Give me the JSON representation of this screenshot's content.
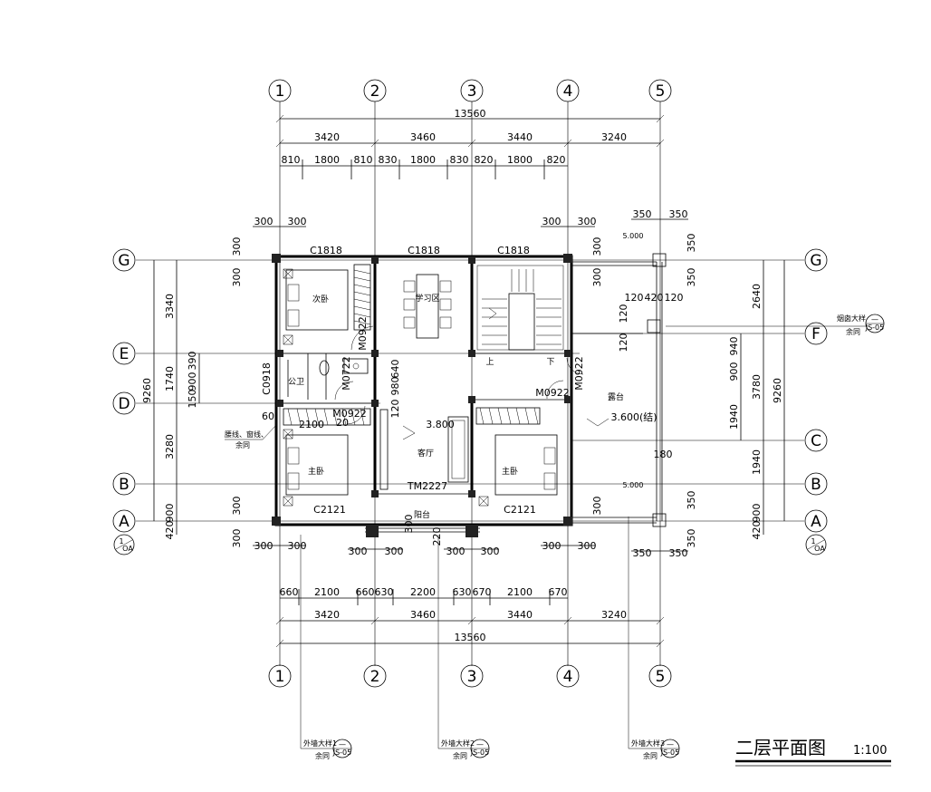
{
  "title": {
    "main": "二层平面图",
    "scale": "1:100"
  },
  "axes_num": [
    "1",
    "2",
    "3",
    "4",
    "5"
  ],
  "axes_letter": [
    "G",
    "F",
    "E",
    "D",
    "C",
    "B",
    "A"
  ],
  "dims": {
    "total_top": "13560",
    "bays_top": [
      "3420",
      "3460",
      "3440",
      "3240"
    ],
    "windows_top": [
      "810",
      "1800",
      "810",
      "830",
      "1800",
      "830",
      "820",
      "1800",
      "820"
    ],
    "bays_bottom": [
      "3420",
      "3460",
      "3440",
      "3240"
    ],
    "windows_bottom": [
      "660",
      "2100",
      "660",
      "630",
      "2200",
      "630",
      "670",
      "2100",
      "670"
    ],
    "total_bottom": "13560",
    "left_total": "9260",
    "left_bays": [
      "3340",
      "1740",
      "3280",
      "900"
    ],
    "left_small": [
      "150",
      "900",
      "390",
      "420"
    ],
    "right_total": "9260",
    "right_bays": [
      "2640",
      "3780",
      "1940",
      "900"
    ],
    "right_small": [
      "940",
      "900",
      "1940",
      "420"
    ],
    "col_300": "300",
    "col_350": "350",
    "stair_120": "120",
    "stair_420": "420",
    "d_640": "640",
    "d_980": "980",
    "d_120": "120",
    "d_2100": "2100",
    "d_60": "60",
    "d_20": "20",
    "d_180": "180",
    "d_220": "220"
  },
  "labels": {
    "c1818": "C1818",
    "c2121": "C2121",
    "m0922": "M0922",
    "m0722": "M0722",
    "c0918": "C0918",
    "tm2227": "TM2227",
    "elev_3800": "3.800",
    "elev_3600": "3.600(结)",
    "elev_5000": "5.000",
    "up": "上",
    "down": "下"
  },
  "rooms": {
    "ci_wo": "次卧",
    "xue_xi": "学习区",
    "gong_wei": "公卫",
    "zhu_wo": "主卧",
    "ke_ting": "客厅",
    "yang_tai": "阳台",
    "lu_tai": "露台"
  },
  "notes": {
    "yao_xian": "腰线、窗线、",
    "yu_tong": "余同",
    "wall_detail_1": "外墙大样1",
    "wall_detail_2": "外墙大样2",
    "wall_detail_3": "外墙大样3",
    "chimney": "烟囱大样",
    "detail_code": "JS-05",
    "dash": "—",
    "section_mark_top": "1",
    "section_mark_bottom": "OA"
  }
}
